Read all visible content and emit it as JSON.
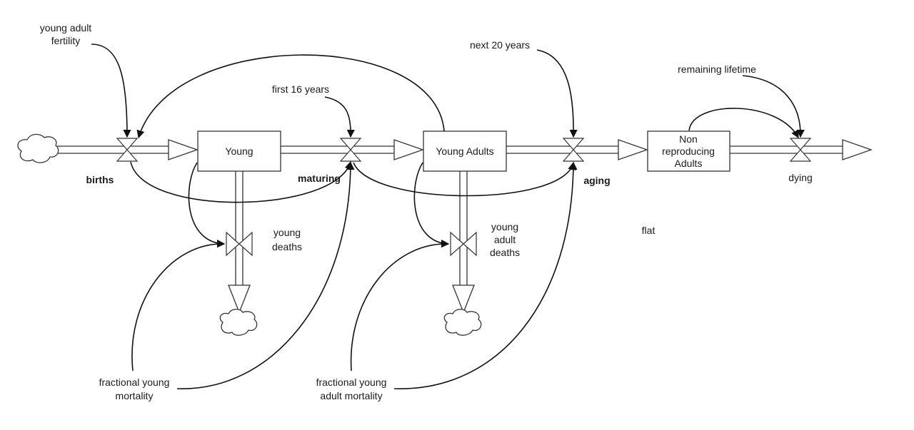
{
  "stocks": {
    "young": "Young",
    "young_adults": "Young Adults",
    "non_reproducing": [
      "Non",
      "reproducing",
      "Adults"
    ]
  },
  "flows": {
    "births": "births",
    "maturing": "maturing",
    "aging": "aging",
    "dying": "dying",
    "young_deaths": [
      "young",
      "deaths"
    ],
    "young_adult_deaths": [
      "young",
      "adult",
      "deaths"
    ]
  },
  "auxiliaries": {
    "young_adult_fertility": [
      "young adult",
      "fertility"
    ],
    "first_16_years": "first 16 years",
    "next_20_years": "next 20 years",
    "remaining_lifetime": "remaining lifetime",
    "fractional_young_mortality": [
      "fractional young",
      "mortality"
    ],
    "fractional_young_adult_mortality": [
      "fractional young",
      "adult mortality"
    ],
    "flat": "flat"
  }
}
